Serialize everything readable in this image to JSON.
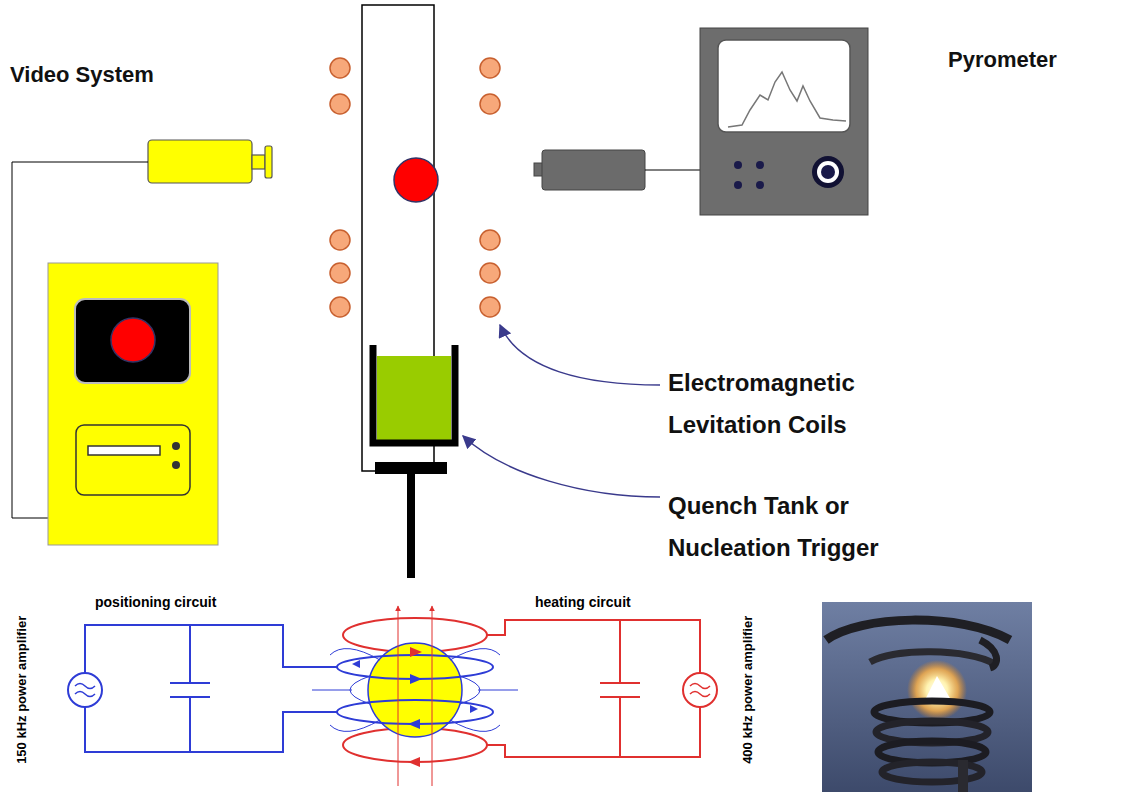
{
  "diagram": {
    "labels": [
      "Video System",
      "Pyrometer",
      "Electromagnetic Levitation Coils",
      "Quench Tank or Nucleation Trigger",
      "150 kHz power amplifier",
      "positioning circuit",
      "heating circuit",
      "400 kHz power amplifier"
    ]
  }
}
